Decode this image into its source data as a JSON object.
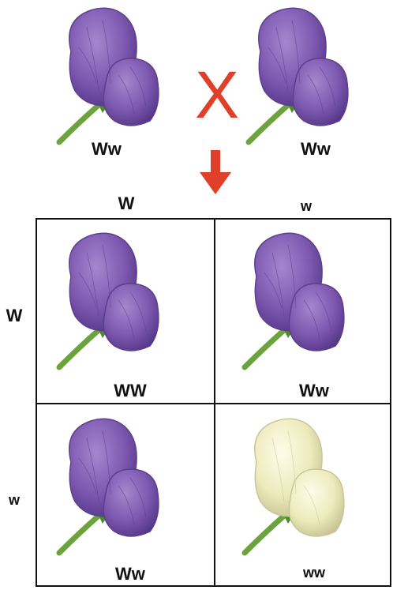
{
  "parents": {
    "left": {
      "genotype": "Ww",
      "color": "purple"
    },
    "right": {
      "genotype": "Ww",
      "color": "purple"
    },
    "cross_symbol": "X"
  },
  "gametes": {
    "top": [
      "W",
      "w"
    ],
    "side": [
      "W",
      "w"
    ]
  },
  "offspring": [
    {
      "genotype": "WW",
      "color": "purple"
    },
    {
      "genotype": "Ww",
      "color": "purple"
    },
    {
      "genotype": "Ww",
      "color": "purple"
    },
    {
      "genotype": "ww",
      "color": "white"
    }
  ],
  "colors": {
    "purple_petal": "#8a64b8",
    "purple_dark": "#5c3f8c",
    "white_petal": "#f2f0c8",
    "white_dark": "#c9c79a",
    "stem": "#6da33c",
    "cross_red": "#e0402a",
    "arrow_red": "#e0402a"
  }
}
